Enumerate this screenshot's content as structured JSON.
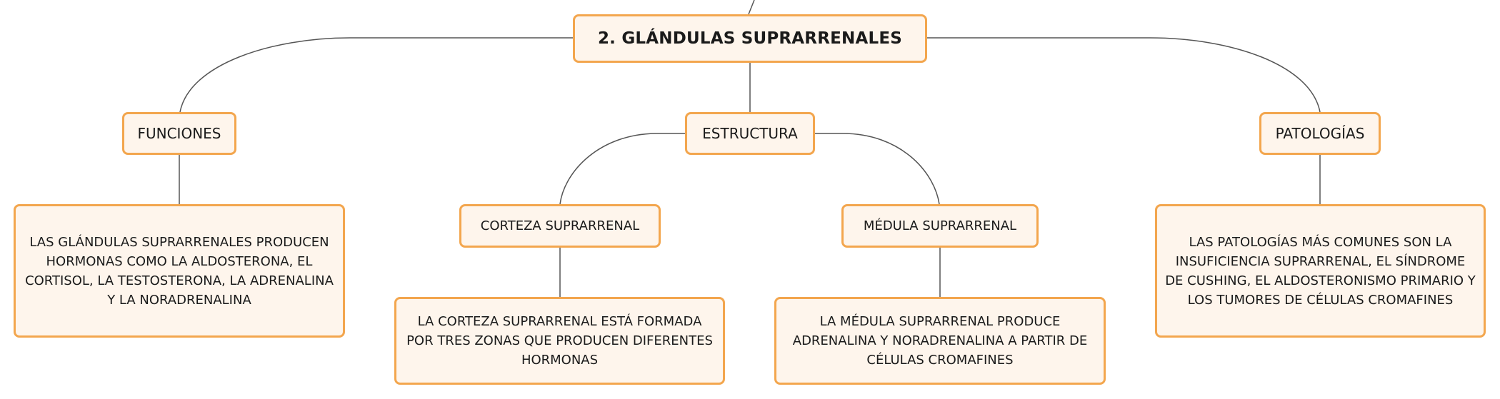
{
  "colors": {
    "node_fill": "#fef5ec",
    "node_border": "#f3a64e",
    "connector": "#555555",
    "text": "#1a1a1a"
  },
  "title": "2. GLÁNDULAS SUPRARRENALES",
  "categories": {
    "funciones": "FUNCIONES",
    "estructura": "ESTRUCTURA",
    "patologias": "PATOLOGÍAS"
  },
  "subtopics": {
    "corteza": "CORTEZA SUPRARRENAL",
    "medula": "MÉDULA SUPRARRENAL"
  },
  "descriptions": {
    "funciones": "LAS GLÁNDULAS SUPRARRENALES PRODUCEN\nHORMONAS COMO LA ALDOSTERONA, EL\nCORTISOL, LA TESTOSTERONA, LA ADRENALINA\nY LA NORADRENALINA",
    "corteza": "LA CORTEZA SUPRARRENAL ESTÁ FORMADA\nPOR TRES ZONAS QUE PRODUCEN DIFERENTES\nHORMONAS",
    "medula": "LA MÉDULA SUPRARRENAL PRODUCE\nADRENALINA Y NORADRENALINA A PARTIR DE\nCÉLULAS CROMAFINES",
    "patologias": "LAS PATOLOGÍAS MÁS COMUNES SON LA\nINSUFICIENCIA SUPRARRENAL, EL SÍNDROME\nDE CUSHING, EL ALDOSTERONISMO PRIMARIO Y\nLOS TUMORES DE CÉLULAS CROMAFINES"
  }
}
